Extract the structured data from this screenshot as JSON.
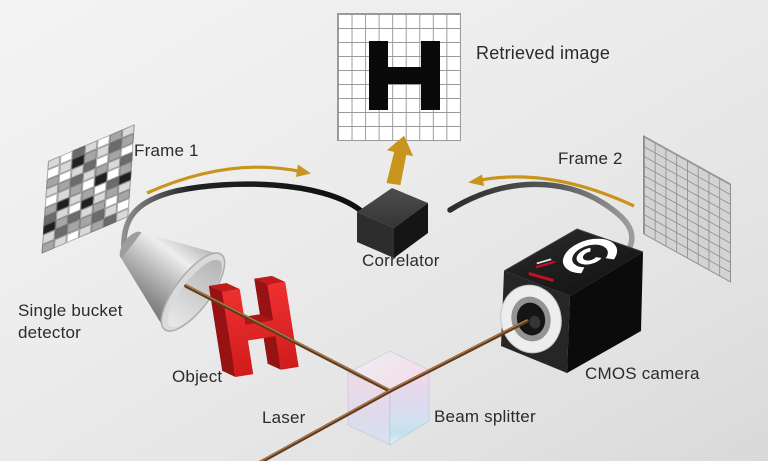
{
  "labels": {
    "retrieved_image": "Retrieved image",
    "frame1": "Frame 1",
    "frame2": "Frame 2",
    "correlator": "Correlator",
    "detector_line1": "Single bucket",
    "detector_line2": "detector",
    "object": "Object",
    "laser": "Laser",
    "beam_splitter": "Beam splitter",
    "cmos_camera": "CMOS camera"
  },
  "colors": {
    "arrow_yellow": "#c9941c",
    "beam_brown": "#5f3b20",
    "object_red": "#e32424",
    "cable_dark": "#1c1c1c",
    "camera_black": "#101010",
    "brand_red": "#c41021"
  },
  "retrieved_image": {
    "cols": 9,
    "rows": 9,
    "symbol": "H",
    "symbol_color": "#0a0a0a",
    "cell_color": "#ffffff",
    "line_color": "#999999"
  },
  "frame1": {
    "cols": 7,
    "rows": 10,
    "palette": [
      "#ffffff",
      "#d9d9d9",
      "#a6a6a6",
      "#6b6b6b",
      "#1f1f1f"
    ],
    "pattern": [
      [
        1,
        0,
        3,
        1,
        0,
        2,
        1
      ],
      [
        0,
        1,
        4,
        2,
        1,
        3,
        2
      ],
      [
        2,
        0,
        1,
        3,
        0,
        2,
        0
      ],
      [
        1,
        2,
        3,
        1,
        2,
        1,
        3
      ],
      [
        0,
        1,
        2,
        0,
        4,
        0,
        2
      ],
      [
        2,
        4,
        1,
        2,
        0,
        3,
        4
      ],
      [
        3,
        1,
        0,
        4,
        1,
        2,
        1
      ],
      [
        4,
        2,
        3,
        1,
        2,
        0,
        2
      ],
      [
        1,
        3,
        2,
        2,
        3,
        1,
        0
      ],
      [
        2,
        1,
        0,
        1,
        2,
        3,
        1
      ]
    ]
  },
  "frame2": {
    "cols": 8,
    "rows": 10,
    "cell_color": "#d3d3d3",
    "line_color": "#909090"
  }
}
